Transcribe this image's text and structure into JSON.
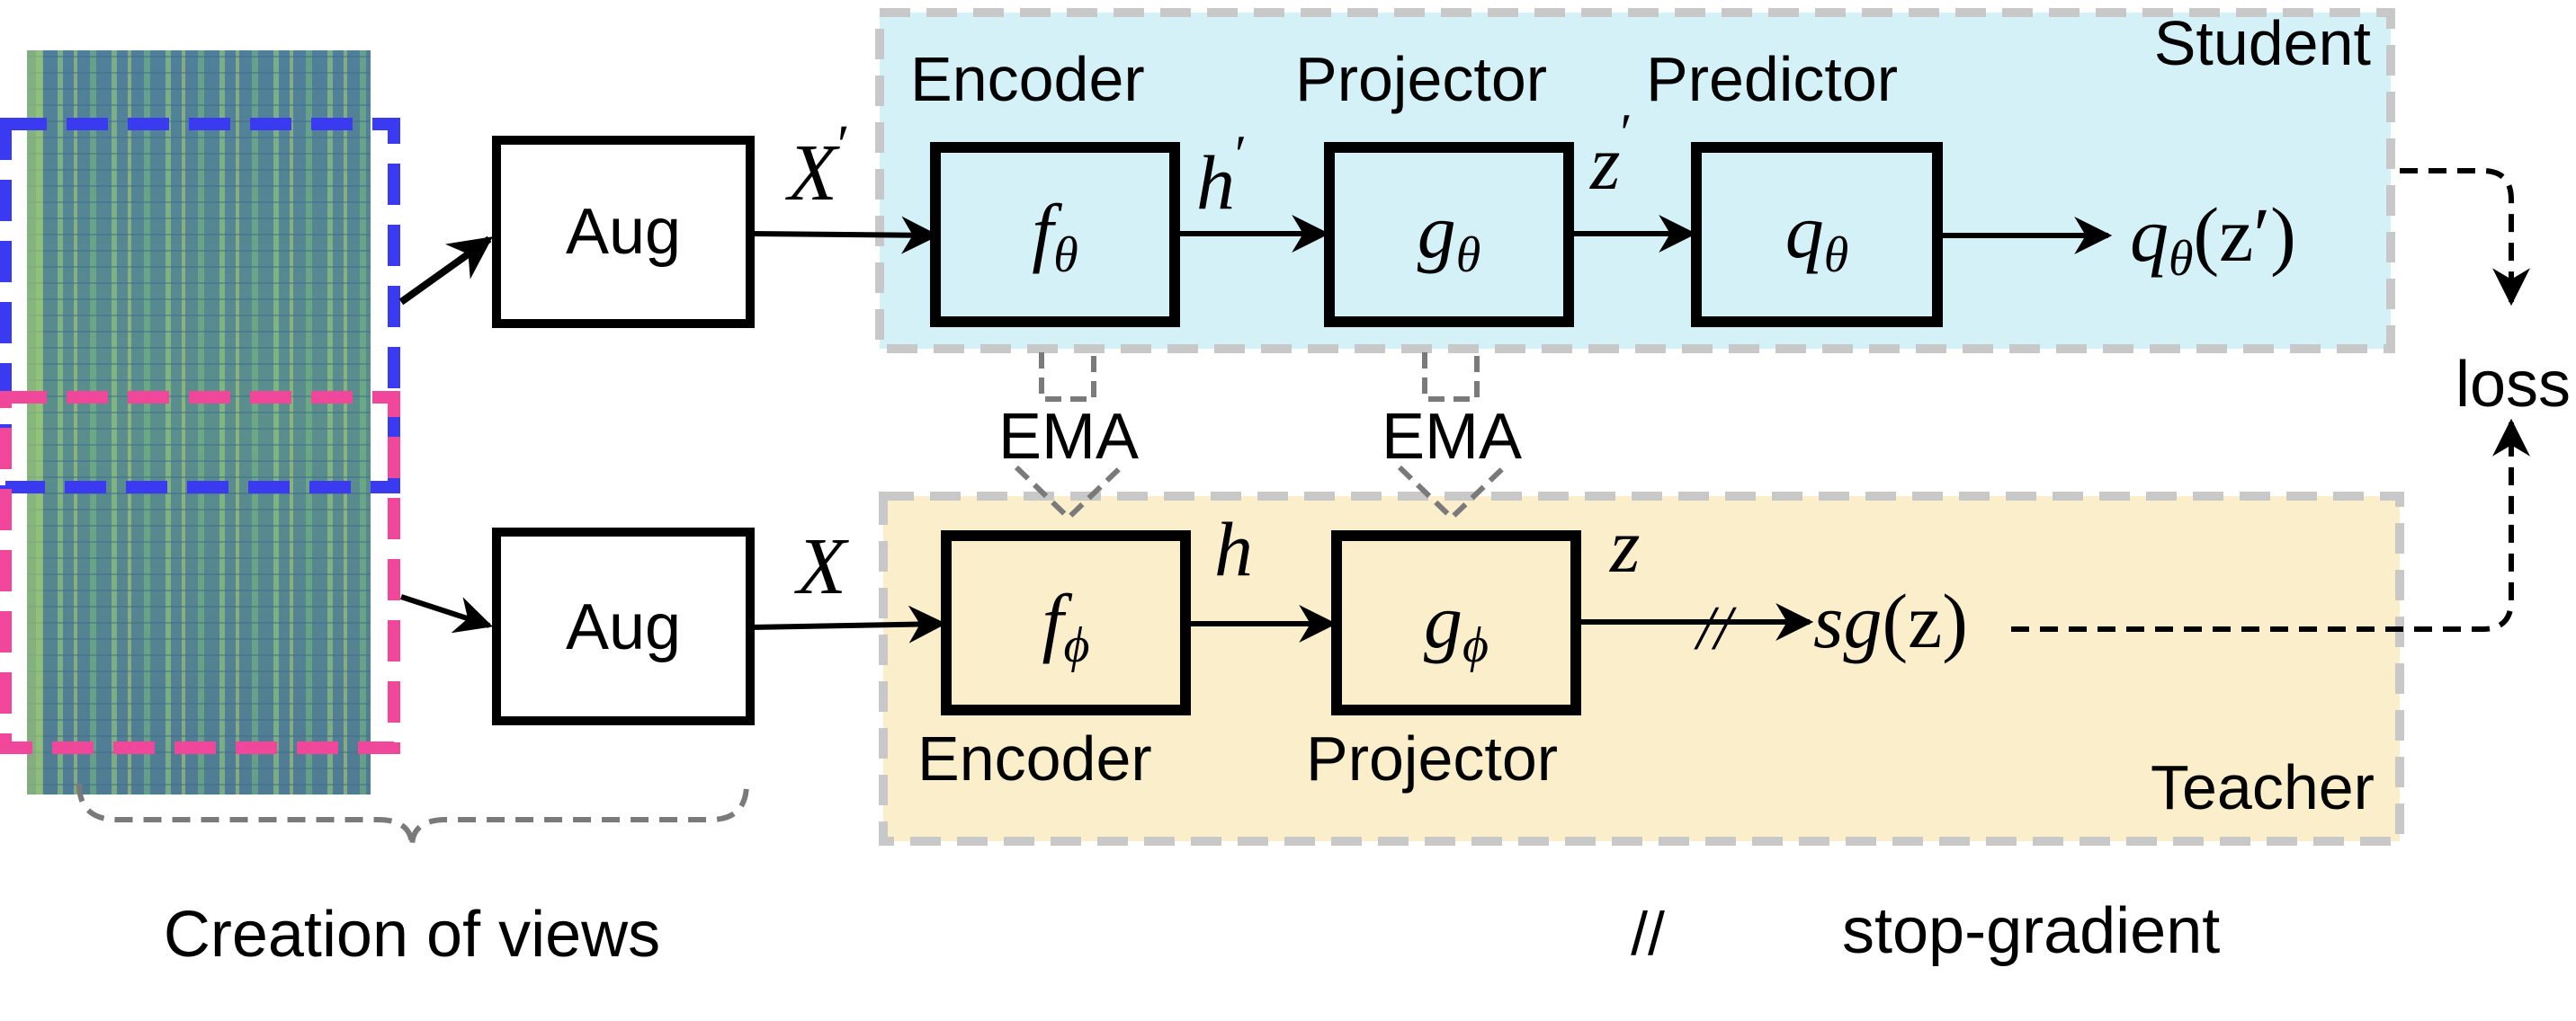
{
  "colors": {
    "student_bg": "#d4f1f8",
    "teacher_bg": "#fbeecb",
    "group_border": "#c8c8c8",
    "blue_view": "#3a3af0",
    "pink_view": "#f0479b",
    "spectrogram_base": "#5a8f93",
    "ema_dash": "#7a7a7a"
  },
  "labels": {
    "student": "Student",
    "teacher": "Teacher",
    "aug_top": "Aug",
    "aug_bottom": "Aug",
    "encoder_top": "Encoder",
    "projector_top": "Projector",
    "predictor_top": "Predictor",
    "encoder_bottom": "Encoder",
    "projector_bottom": "Projector",
    "ema_left": "EMA",
    "ema_right": "EMA",
    "loss": "loss",
    "creation_of_views": "Creation of views",
    "stop_gradient_symbol": "//",
    "stop_gradient": "stop-gradient"
  },
  "math": {
    "x_prime_base": "X",
    "x_prime_mark": "′",
    "h_prime_base": "h",
    "h_prime_mark": "′",
    "z_prime_base": "z",
    "z_prime_mark": "′",
    "f_theta_base": "f",
    "f_theta_sub": "θ",
    "g_theta_base": "g",
    "g_theta_sub": "θ",
    "q_theta_base": "q",
    "q_theta_sub": "θ",
    "q_output_base": "q",
    "q_output_sub": "θ",
    "q_output_arg": "(z′)",
    "x": "X",
    "h": "h",
    "z": "z",
    "f_phi_base": "f",
    "f_phi_sub": "ϕ",
    "g_phi_base": "g",
    "g_phi_sub": "ϕ",
    "sg_output_func": "sg",
    "sg_output_arg": "(z)",
    "stop_grad_mark": "//"
  }
}
